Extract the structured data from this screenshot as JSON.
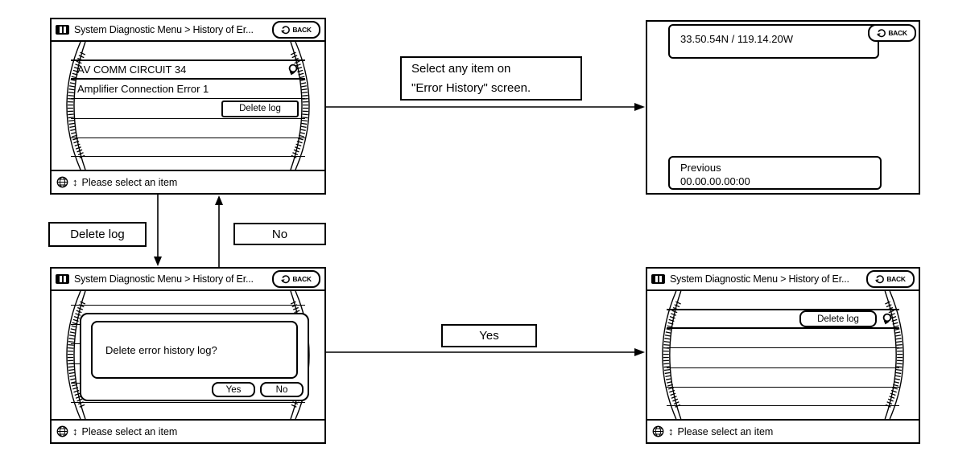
{
  "colors": {
    "ink": "#000000",
    "paper": "#ffffff"
  },
  "icons": {
    "updown_arrow": "↕"
  },
  "flow_labels": {
    "select_any_item_line1": "Select any item on",
    "select_any_item_line2": "\"Error History\" screen.",
    "delete_log": "Delete log",
    "no": "No",
    "yes": "Yes"
  },
  "screens": {
    "error_history": {
      "title": "System Diagnostic Menu > History of Er...",
      "back": "BACK",
      "row1": "AV COMM CIRCUIT 34",
      "row2": "Amplifier Connection Error 1",
      "delete_log_button": "Delete log",
      "status": "Please select an item"
    },
    "error_detail": {
      "back": "BACK",
      "coordinates": "33.50.54N / 119.14.20W",
      "previous_label": "Previous",
      "previous_value": "00.00.00.00:00"
    },
    "delete_confirm": {
      "title": "System Diagnostic Menu > History of Er...",
      "back": "BACK",
      "message": "Delete error history log?",
      "yes": "Yes",
      "no": "No",
      "status": "Please select an item"
    },
    "after_delete": {
      "title": "System Diagnostic Menu > History of Er...",
      "back": "BACK",
      "delete_log_button": "Delete log",
      "status": "Please select an item"
    }
  }
}
